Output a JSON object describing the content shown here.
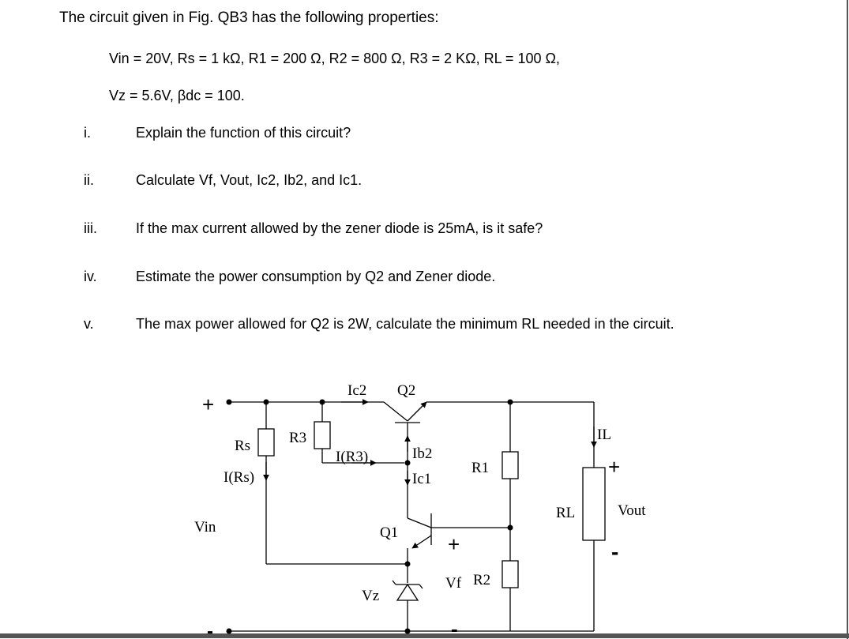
{
  "question": {
    "intro": "The circuit given in Fig. QB3 has the following properties:",
    "properties_line1": "Vin = 20V, Rs = 1 kΩ, R1 = 200 Ω, R2 = 800 Ω, R3 = 2 KΩ, RL = 100 Ω,",
    "properties_line2": "Vz = 5.6V, βdc = 100.",
    "items": [
      {
        "num": "i.",
        "text": "Explain the function of this circuit?"
      },
      {
        "num": "ii.",
        "text": "Calculate Vf, Vout, Ic2, Ib2, and Ic1."
      },
      {
        "num": "iii.",
        "text": "If the max current allowed by the zener diode is 25mA, is it safe?"
      },
      {
        "num": "iv.",
        "text": "Estimate the power consumption by Q2 and Zener diode."
      },
      {
        "num": "v.",
        "text": "The max power allowed for Q2 is 2W, calculate the minimum RL needed in the circuit."
      }
    ]
  },
  "figure": {
    "labels": {
      "plus_in": "+",
      "minus_in": "-",
      "ic2": "Ic2",
      "q2": "Q2",
      "rs": "Rs",
      "r3": "R3",
      "irs": "I(Rs)",
      "ir3": "I(R3)",
      "ib2": "Ib2",
      "ic1": "Ic1",
      "r1": "R1",
      "il": "IL",
      "plus_out": "+",
      "rl": "RL",
      "vout": "Vout",
      "minus_out": "-",
      "vin": "Vin",
      "q1": "Q1",
      "plus_vf": "+",
      "vf": "Vf",
      "r2": "R2",
      "minus_vf": "-",
      "vz": "Vz"
    }
  }
}
